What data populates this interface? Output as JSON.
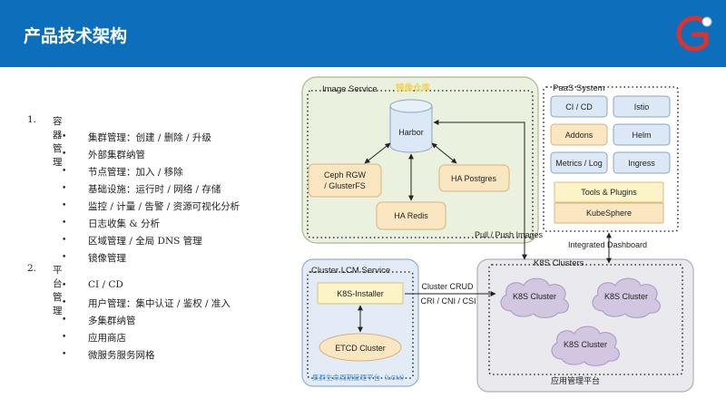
{
  "header": {
    "title": "产品技术架构"
  },
  "outline": {
    "sections": [
      {
        "num": "1.",
        "label": "容器管理",
        "items": [
          "集群管理：创建 / 删除 / 升级",
          "外部集群纳管",
          "节点管理：加入 / 移除",
          "基础设施：运行时 / 网络 / 存储",
          "监控 / 计量 / 告警 / 资源可视化分析",
          "日志收集 & 分析",
          "区域管理 / 全局 DNS 管理",
          "镜像管理"
        ]
      },
      {
        "num": "2.",
        "label": "平台管理",
        "items": [
          "CI / CD",
          "用户管理：集中认证 / 鉴权 / 准入",
          "多集群纳管",
          "应用商店",
          "微服务服务网格"
        ]
      }
    ]
  },
  "diagram": {
    "image_service": {
      "title": "Image Service",
      "subtitle": "镜像仓库",
      "harbor": "Harbor",
      "ceph_line1": "Ceph RGW",
      "ceph_line2": "/ GlusterFS",
      "postgres": "HA Postgres",
      "redis": "HA Redis"
    },
    "paas": {
      "title": "PaaS System",
      "cicd": "CI / CD",
      "istio": "Istio",
      "addons": "Addons",
      "helm": "Helm",
      "metrics": "Metrics / Log",
      "ingress": "Ingress",
      "tools": "Tools & Plugins",
      "kubesphere": "KubeSphere"
    },
    "lcm": {
      "title": "Cluster LCM Service",
      "installer": "K8S-Installer",
      "etcd": "ETCD Cluster",
      "footer": "集群生命周期管理平台（LCM）"
    },
    "clusters": {
      "title": "K8S Clusters",
      "c1": "K8S Cluster",
      "c2": "K8S Cluster",
      "c3": "K8S Cluster",
      "footer": "应用管理平台"
    },
    "labels": {
      "pull_push": "Pull / Push Images",
      "dashboard": "Integrated Dashboard",
      "crud1": "Cluster CRUD",
      "crud2": "CRI / CNI / CSI"
    },
    "colors": {
      "header": "#0d6ebc",
      "image_service_fill": "#eaf1df",
      "lcm_fill": "#e3ecf6",
      "clusters_fill": "#e9e9ee",
      "blue_box": "#dce8f5",
      "orange_box": "#fbe6c2",
      "yellow_box": "#fcf3c9",
      "cloud": "#d3c6e0"
    }
  }
}
